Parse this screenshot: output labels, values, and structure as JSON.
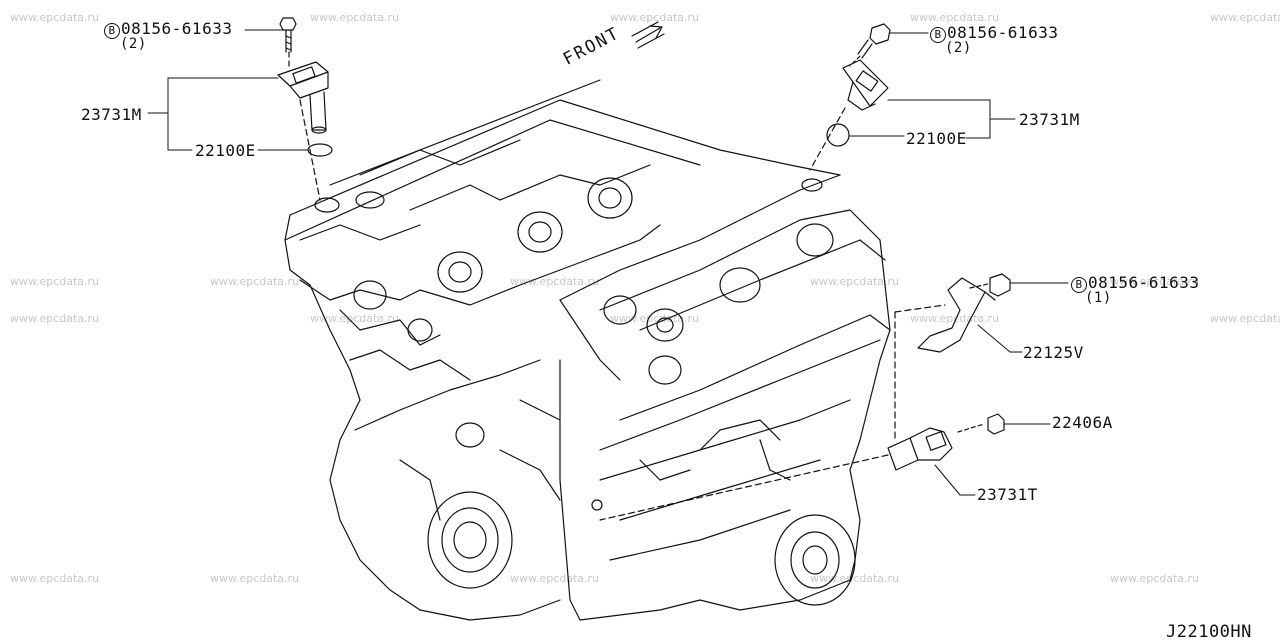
{
  "watermark": "www.epcdata.ru",
  "front_label": "FRONT",
  "diagram_code": "J22100HN",
  "bolt_mark": "B",
  "callouts": {
    "bolt_top_left": {
      "part": "08156-61633",
      "qty": "(2)"
    },
    "bolt_top_right": {
      "part": "08156-61633",
      "qty": "(2)"
    },
    "bolt_bracket": {
      "part": "08156-61633",
      "qty": "(1)"
    },
    "sensor_left": "23731M",
    "oring_left": "22100E",
    "sensor_right": "23731M",
    "oring_right": "22100E",
    "bracket": "22125V",
    "bolt_knock": "22406A",
    "crank_sensor": "23731T"
  }
}
